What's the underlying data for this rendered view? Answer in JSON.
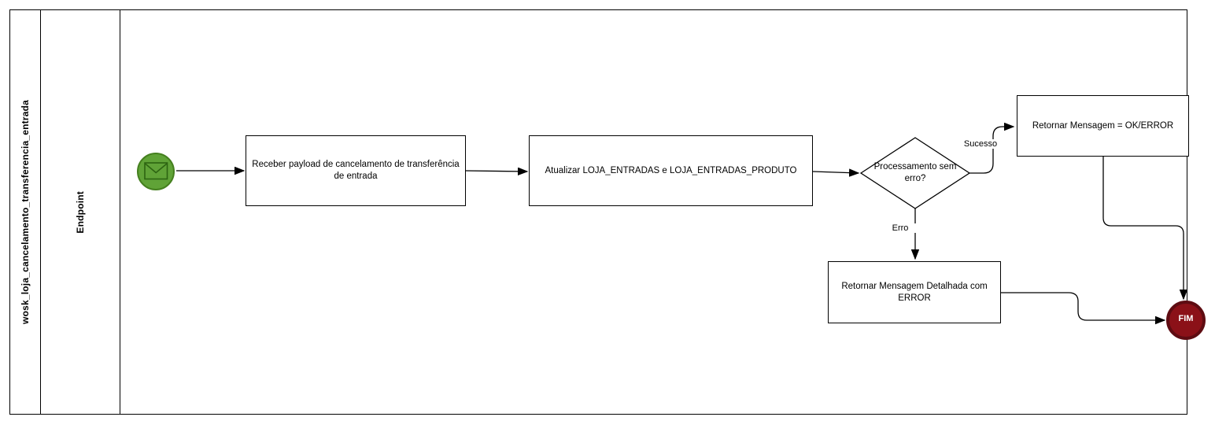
{
  "pool": {
    "title": "wosk_loja_cancelamento_transferencia_entrada"
  },
  "lane": {
    "title": "Endpoint"
  },
  "nodes": {
    "start_event": "message-start-event",
    "task_receber": "Receber payload de cancelamento de transferência de entrada",
    "task_atualizar": "Atualizar LOJA_ENTRADAS e LOJA_ENTRADAS_PRODUTO",
    "gateway": "Processamento sem erro?",
    "task_retornar_ok": "Retornar Mensagem = OK/ERROR",
    "task_retornar_erro": "Retornar Mensagem Detalhada com ERROR",
    "end_event": "FIM"
  },
  "edge_labels": {
    "success": "Sucesso",
    "error": "Erro"
  },
  "colors": {
    "start_fill": "#60a337",
    "start_stroke": "#45801f",
    "icon_stroke": "#2d6412",
    "end_fill": "#8b1118",
    "end_stroke": "#5e0c12",
    "line": "#000000"
  }
}
